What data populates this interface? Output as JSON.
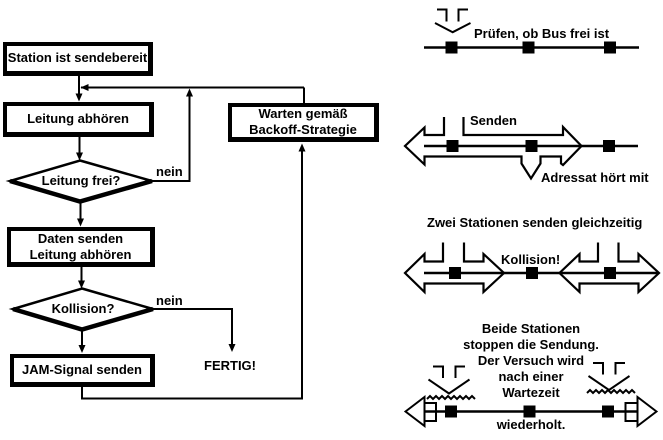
{
  "colors": {
    "ink": "#000000",
    "background": "#ffffff"
  },
  "flowchart": {
    "boxes": {
      "station": {
        "label": "Station ist sendebereit"
      },
      "listen": {
        "label": "Leitung abhören"
      },
      "wait": {
        "line1": "Warten gemäß",
        "line2": "Backoff-Strategie"
      },
      "send": {
        "line1": "Daten senden",
        "line2": "Leitung abhören"
      },
      "jam": {
        "label": "JAM-Signal senden"
      }
    },
    "decisions": {
      "line_free": {
        "label": "Leitung frei?",
        "no_label": "nein"
      },
      "collision": {
        "label": "Kollision?",
        "no_label": "nein"
      }
    },
    "terminal": {
      "label": "FERTIG!"
    }
  },
  "illustrations": {
    "check": {
      "caption": "Prüfen, ob Bus frei ist"
    },
    "send": {
      "caption": "Senden",
      "listener": "Adressat hört mit"
    },
    "collision": {
      "title": "Zwei Stationen senden gleichzeitig",
      "label": "Kollision!"
    },
    "backoff": {
      "lines": [
        "Beide Stationen",
        "stoppen die Sendung.",
        "Der Versuch wird",
        "nach einer",
        "Wartezeit"
      ],
      "footer": "wiederholt."
    }
  }
}
